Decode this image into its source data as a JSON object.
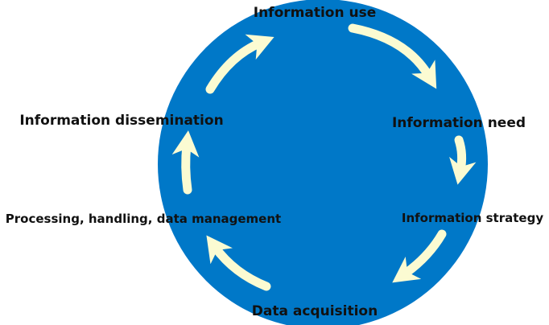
{
  "diagram": {
    "colors": {
      "circle": "#0078c8",
      "arrow": "#fbfbd2",
      "text": "#111111",
      "background": "#ffffff"
    },
    "stages": [
      {
        "label": "Information use"
      },
      {
        "label": "Information need"
      },
      {
        "label": "Information strategy"
      },
      {
        "label": "Data acquisition"
      },
      {
        "label": "Processing, handling, data management"
      },
      {
        "label": "Information dissemination"
      }
    ],
    "arrow_direction": "clockwise"
  }
}
